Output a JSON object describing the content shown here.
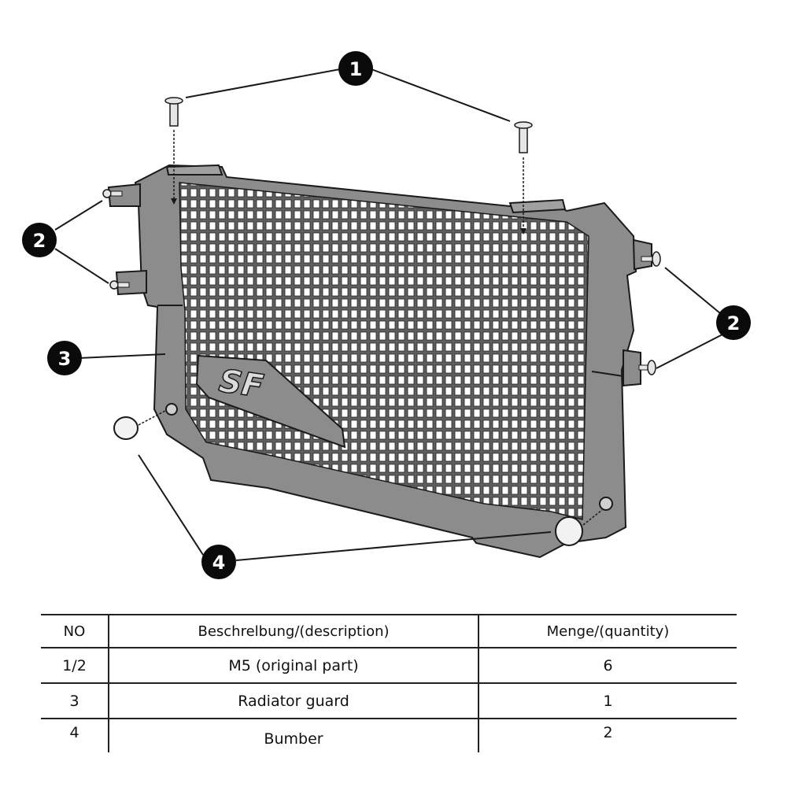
{
  "callouts": {
    "screw": "1",
    "bolt": "2",
    "guard": "3",
    "bumper": "4"
  },
  "guard_logo": "SF",
  "table": {
    "headers": {
      "no": "NO",
      "description": "Beschrelbung/(description)",
      "quantity": "Menge/(quantity)"
    },
    "rows": [
      {
        "no": "1/2",
        "description": "M5 (original part)",
        "quantity": "6"
      },
      {
        "no": "3",
        "description": "Radiator guard",
        "quantity": "1"
      },
      {
        "no": "4",
        "description": "Bumber",
        "quantity": "2"
      }
    ]
  },
  "colors": {
    "guard_fill": "#8c8c8c",
    "guard_stroke": "#1a1a1a",
    "callout_fill": "#0a0a0a"
  }
}
